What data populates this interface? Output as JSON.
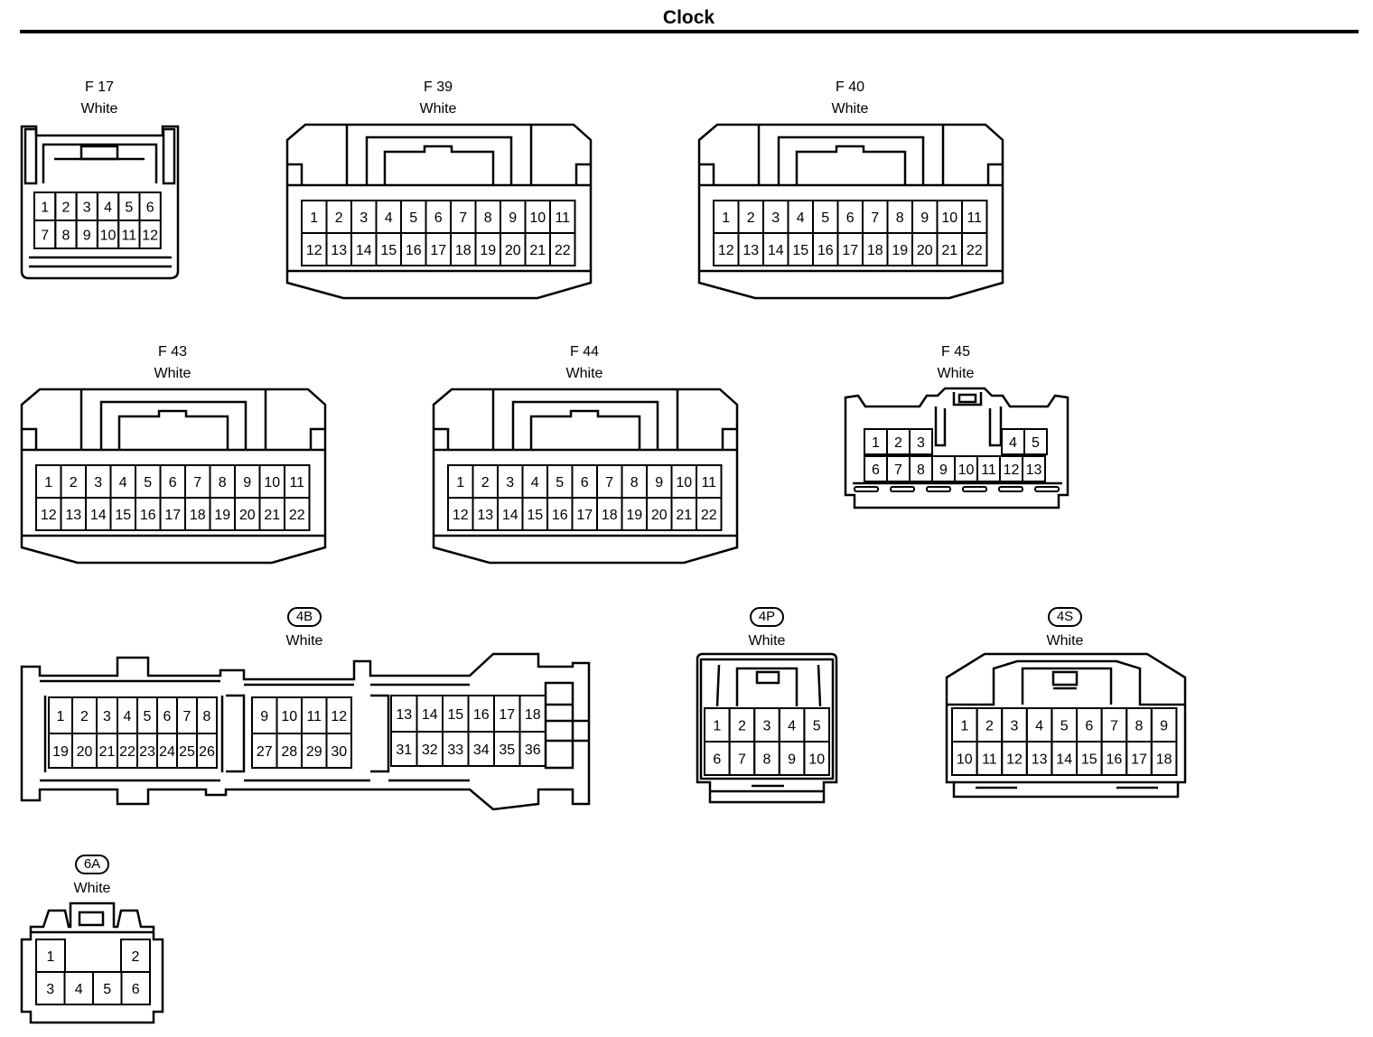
{
  "page": {
    "title": "Clock"
  },
  "connectors": [
    {
      "id": "F 17",
      "color": "White",
      "rows": [
        [
          "1",
          "2",
          "3",
          "4",
          "5",
          "6"
        ],
        [
          "7",
          "8",
          "9",
          "10",
          "11",
          "12"
        ]
      ]
    },
    {
      "id": "F 39",
      "color": "White",
      "rows": [
        [
          "1",
          "2",
          "3",
          "4",
          "5",
          "6",
          "7",
          "8",
          "9",
          "10",
          "11"
        ],
        [
          "12",
          "13",
          "14",
          "15",
          "16",
          "17",
          "18",
          "19",
          "20",
          "21",
          "22"
        ]
      ]
    },
    {
      "id": "F 40",
      "color": "White",
      "rows": [
        [
          "1",
          "2",
          "3",
          "4",
          "5",
          "6",
          "7",
          "8",
          "9",
          "10",
          "11"
        ],
        [
          "12",
          "13",
          "14",
          "15",
          "16",
          "17",
          "18",
          "19",
          "20",
          "21",
          "22"
        ]
      ]
    },
    {
      "id": "F 43",
      "color": "White",
      "rows": [
        [
          "1",
          "2",
          "3",
          "4",
          "5",
          "6",
          "7",
          "8",
          "9",
          "10",
          "11"
        ],
        [
          "12",
          "13",
          "14",
          "15",
          "16",
          "17",
          "18",
          "19",
          "20",
          "21",
          "22"
        ]
      ]
    },
    {
      "id": "F 44",
      "color": "White",
      "rows": [
        [
          "1",
          "2",
          "3",
          "4",
          "5",
          "6",
          "7",
          "8",
          "9",
          "10",
          "11"
        ],
        [
          "12",
          "13",
          "14",
          "15",
          "16",
          "17",
          "18",
          "19",
          "20",
          "21",
          "22"
        ]
      ]
    },
    {
      "id": "F 45",
      "color": "White",
      "rows": [
        [
          "1",
          "2",
          "3",
          "",
          "",
          "",
          "",
          "4",
          "5"
        ],
        [
          "6",
          "7",
          "8",
          "9",
          "10",
          "11",
          "12",
          "13"
        ]
      ]
    },
    {
      "id": "4B",
      "color": "White",
      "rows": [
        [
          "1",
          "2",
          "3",
          "4",
          "5",
          "6",
          "7",
          "8",
          "9",
          "10",
          "11",
          "12",
          "13",
          "14",
          "15",
          "16",
          "17",
          "18"
        ],
        [
          "19",
          "20",
          "21",
          "22",
          "23",
          "24",
          "25",
          "26",
          "27",
          "28",
          "29",
          "30",
          "31",
          "32",
          "33",
          "34",
          "35",
          "36"
        ]
      ]
    },
    {
      "id": "4P",
      "color": "White",
      "rows": [
        [
          "1",
          "2",
          "3",
          "4",
          "5"
        ],
        [
          "6",
          "7",
          "8",
          "9",
          "10"
        ]
      ]
    },
    {
      "id": "4S",
      "color": "White",
      "rows": [
        [
          "1",
          "2",
          "3",
          "4",
          "5",
          "6",
          "7",
          "8",
          "9"
        ],
        [
          "10",
          "11",
          "12",
          "13",
          "14",
          "15",
          "16",
          "17",
          "18"
        ]
      ]
    },
    {
      "id": "6A",
      "color": "White",
      "rows": [
        [
          "1",
          "2"
        ],
        [
          "3",
          "4",
          "5",
          "6"
        ]
      ]
    }
  ]
}
